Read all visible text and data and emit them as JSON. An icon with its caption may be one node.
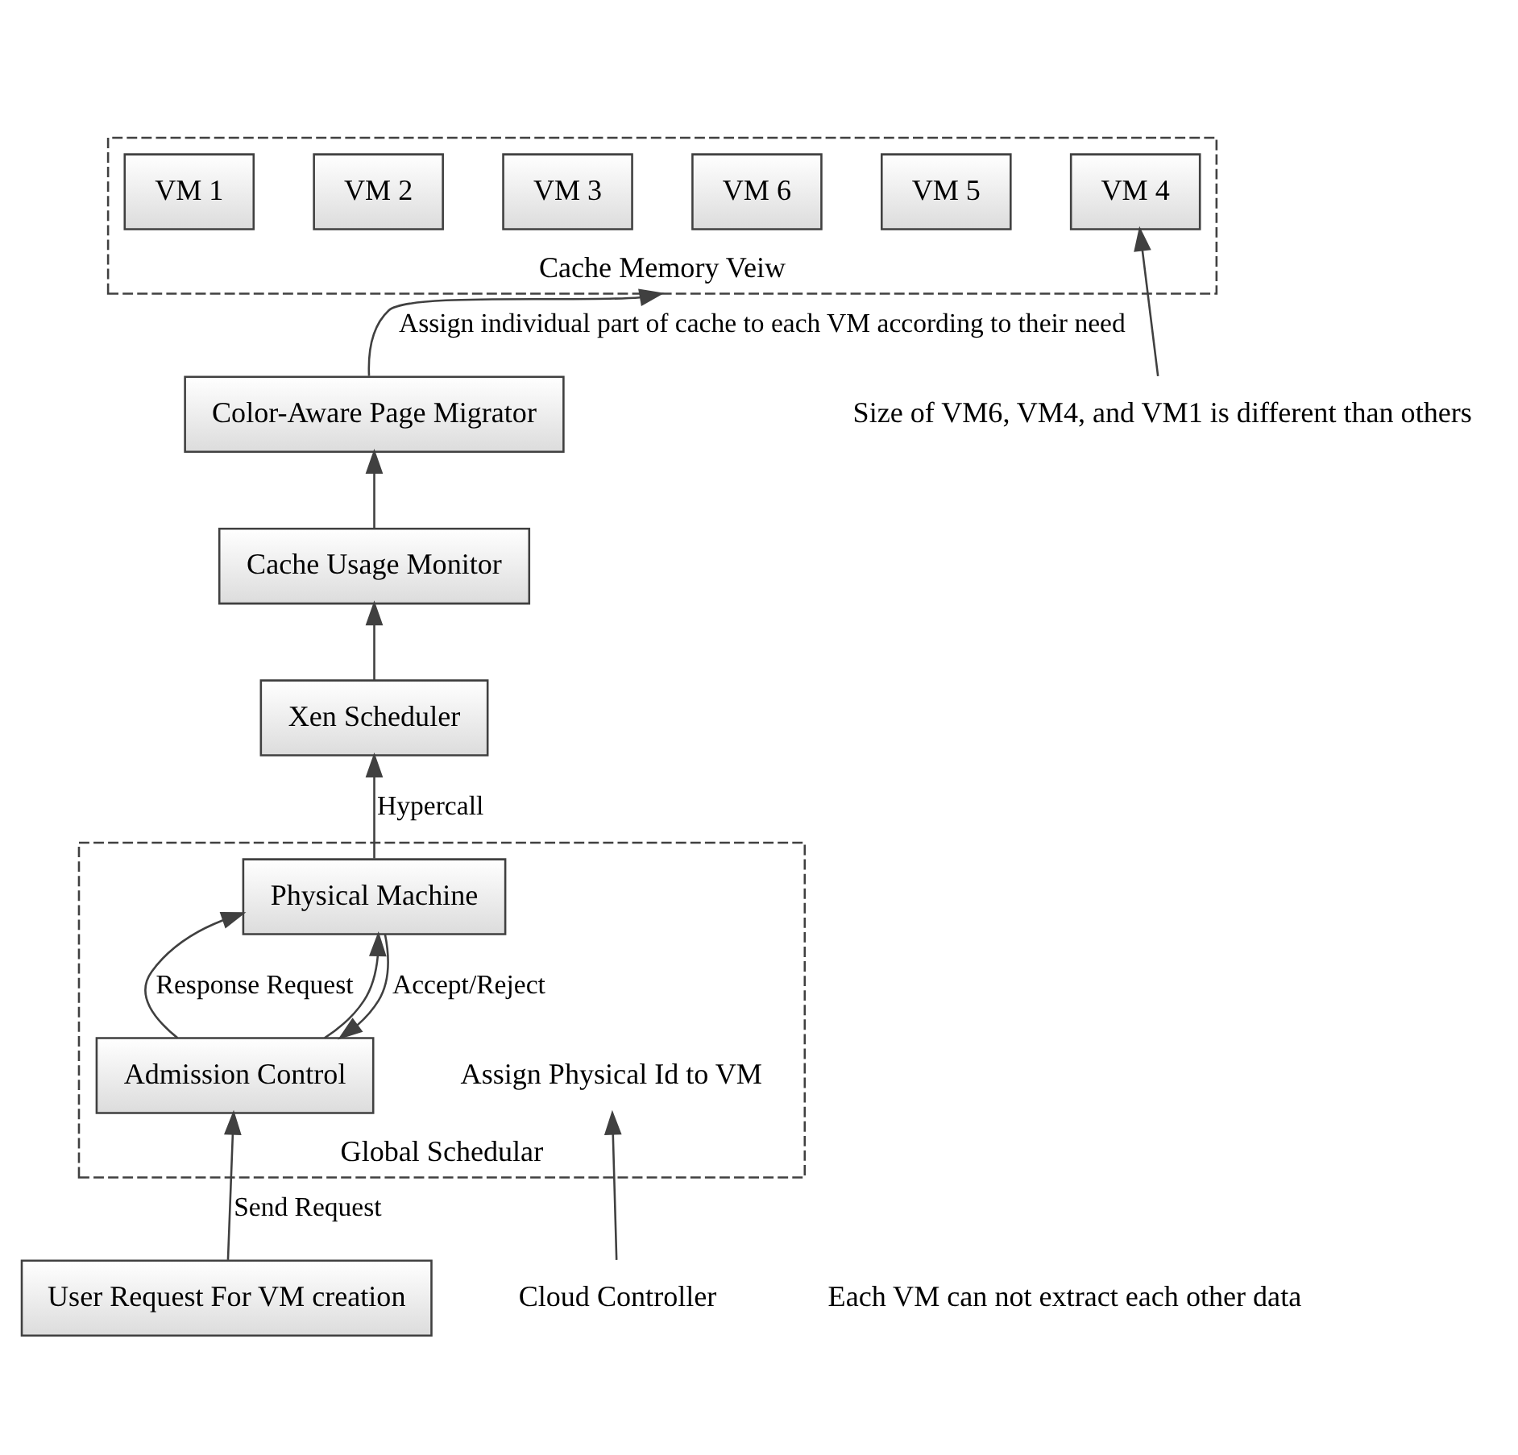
{
  "diagram": {
    "nodes": [
      {
        "text": [
          "Cache Memory Veiw"
        ]
      },
      {
        "text": [
          "VM 6"
        ],
        "in": 0
      },
      {
        "text": [
          "VM 5"
        ],
        "in": 0
      },
      {
        "text": [
          "VM 4"
        ],
        "in": 0
      },
      {
        "text": [
          "VM 3"
        ],
        "in": 0
      },
      {
        "text": [
          "VM 2"
        ],
        "in": 0
      },
      {
        "text": [
          "VM 1"
        ],
        "in": 0
      },
      {
        "text": [
          "Color-Aware Page Migrator"
        ]
      },
      {
        "text": [
          "Cache Usage Monitor"
        ]
      },
      {
        "text": [
          "Xen Scheduler"
        ]
      },
      {
        "text": [
          "Global Schedular"
        ]
      },
      {
        "text": [
          "User Request For VM creation"
        ]
      },
      {
        "text": [
          "Admission Control"
        ],
        "in": 10
      },
      {
        "text": [
          "Physical Machine"
        ],
        "in": 10
      },
      {
        "text": [
          "Size of VM6, VM4, and VM1 is different than others"
        ]
      },
      {
        "text": [
          "Cloud Controller"
        ]
      },
      {
        "text": [
          "Assign Physical Id to VM"
        ],
        "in": 10
      }
    ],
    "edges": [
      {
        "from": 7,
        "to": 0,
        "arrow": "to",
        "label": "Assign individual part of cache to each VM according to their need"
      },
      {
        "from": 8,
        "to": 7,
        "arrow": "to"
      },
      {
        "from": 9,
        "to": 8,
        "arrow": "to"
      },
      {
        "from": 13,
        "to": 9,
        "arrow": "to",
        "label": "Hypercall"
      },
      {
        "from": 11,
        "to": 12,
        "arrow": "to",
        "label": "Send Request"
      },
      {
        "from": 12,
        "to": 13,
        "arrow": "to",
        "label": "Response Request"
      },
      {
        "from": 13,
        "to": 12,
        "arrow": "to",
        "label": "Accept/Reject"
      },
      {
        "from": 12,
        "to": 13,
        "arrow": "to"
      },
      {
        "from": 15,
        "to": 16,
        "arrow": "to"
      },
      {
        "from": 14,
        "to": 3,
        "arrow": "to"
      }
    ],
    "labels": [
      "Each VM can not extract each other data"
    ]
  }
}
